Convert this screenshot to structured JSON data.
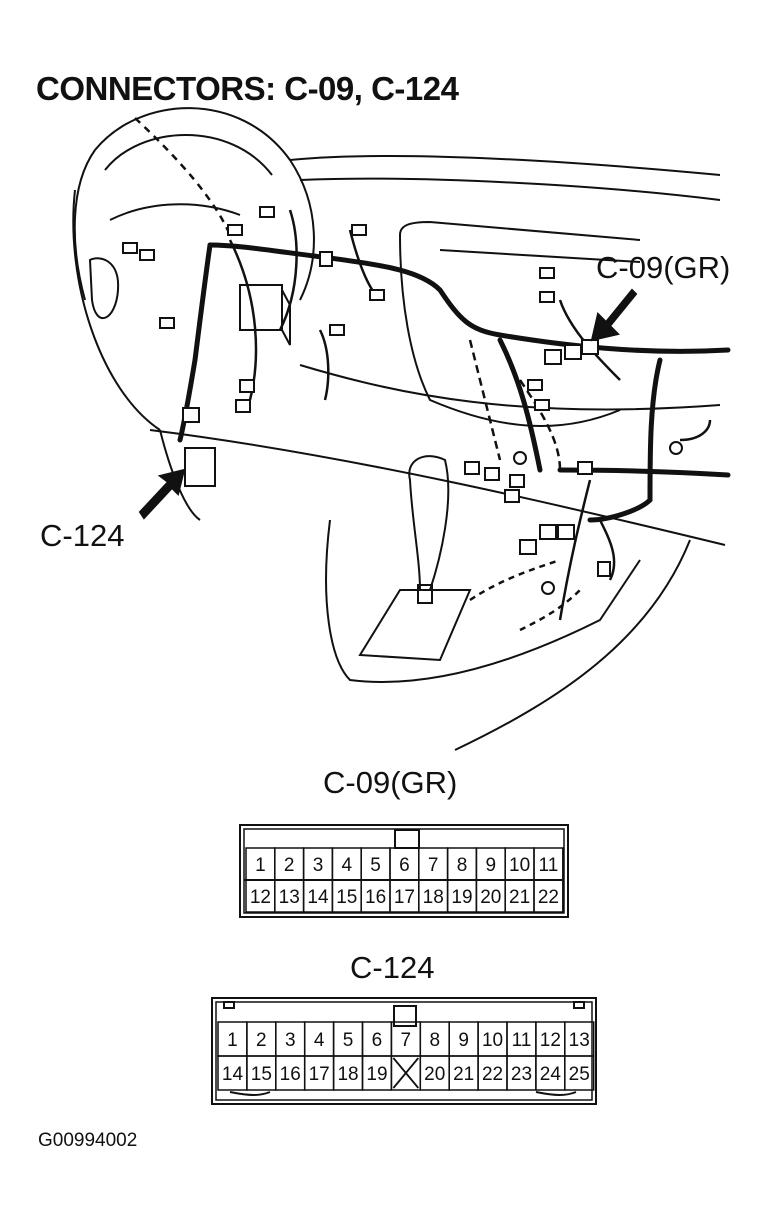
{
  "title": "CONNECTORS: C-09, C-124",
  "callouts": {
    "c09": "C-09(GR)",
    "c124": "C-124"
  },
  "connectors": [
    {
      "id": "c09",
      "heading": "C-09(GR)",
      "top_row": [
        "1",
        "2",
        "3",
        "4",
        "5",
        "6",
        "7",
        "8",
        "9",
        "10",
        "11"
      ],
      "bottom_row": [
        "12",
        "13",
        "14",
        "15",
        "16",
        "17",
        "18",
        "19",
        "20",
        "21",
        "22"
      ],
      "empty_cells": []
    },
    {
      "id": "c124",
      "heading": "C-124",
      "top_row": [
        "1",
        "2",
        "3",
        "4",
        "5",
        "6",
        "7",
        "8",
        "9",
        "10",
        "11",
        "12",
        "13"
      ],
      "bottom_row": [
        "14",
        "15",
        "16",
        "17",
        "18",
        "19",
        "",
        "20",
        "21",
        "22",
        "23",
        "24",
        "25"
      ],
      "empty_cells": [
        6
      ]
    }
  ],
  "figure_code": "G00994002"
}
